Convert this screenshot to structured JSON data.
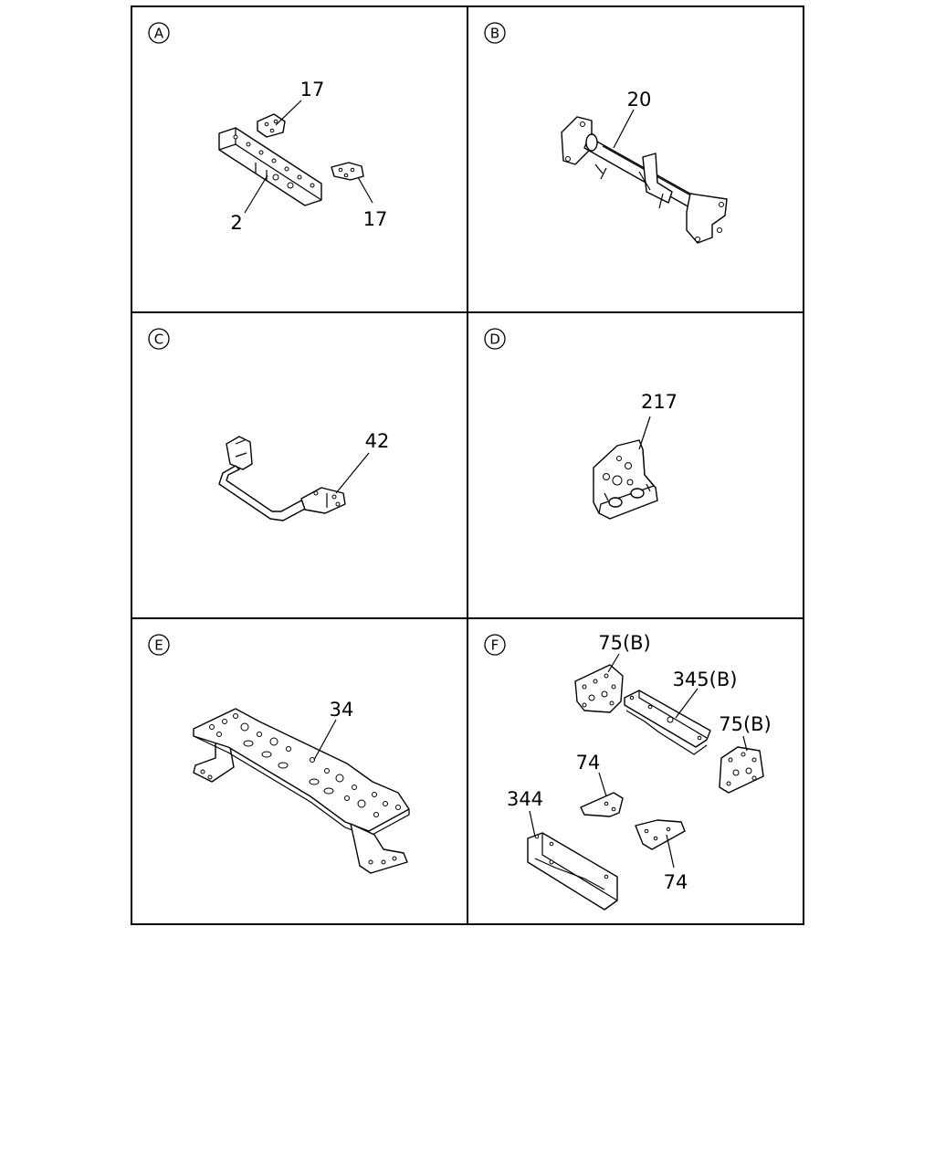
{
  "panels": [
    {
      "letter": "A",
      "callouts": [
        "17",
        "2",
        "17"
      ]
    },
    {
      "letter": "B",
      "callouts": [
        "20"
      ]
    },
    {
      "letter": "C",
      "callouts": [
        "42"
      ]
    },
    {
      "letter": "D",
      "callouts": [
        "217"
      ]
    },
    {
      "letter": "E",
      "callouts": [
        "34"
      ]
    },
    {
      "letter": "F",
      "callouts": [
        "75(B)",
        "345(B)",
        "75(B)",
        "74",
        "344",
        "74"
      ]
    }
  ]
}
